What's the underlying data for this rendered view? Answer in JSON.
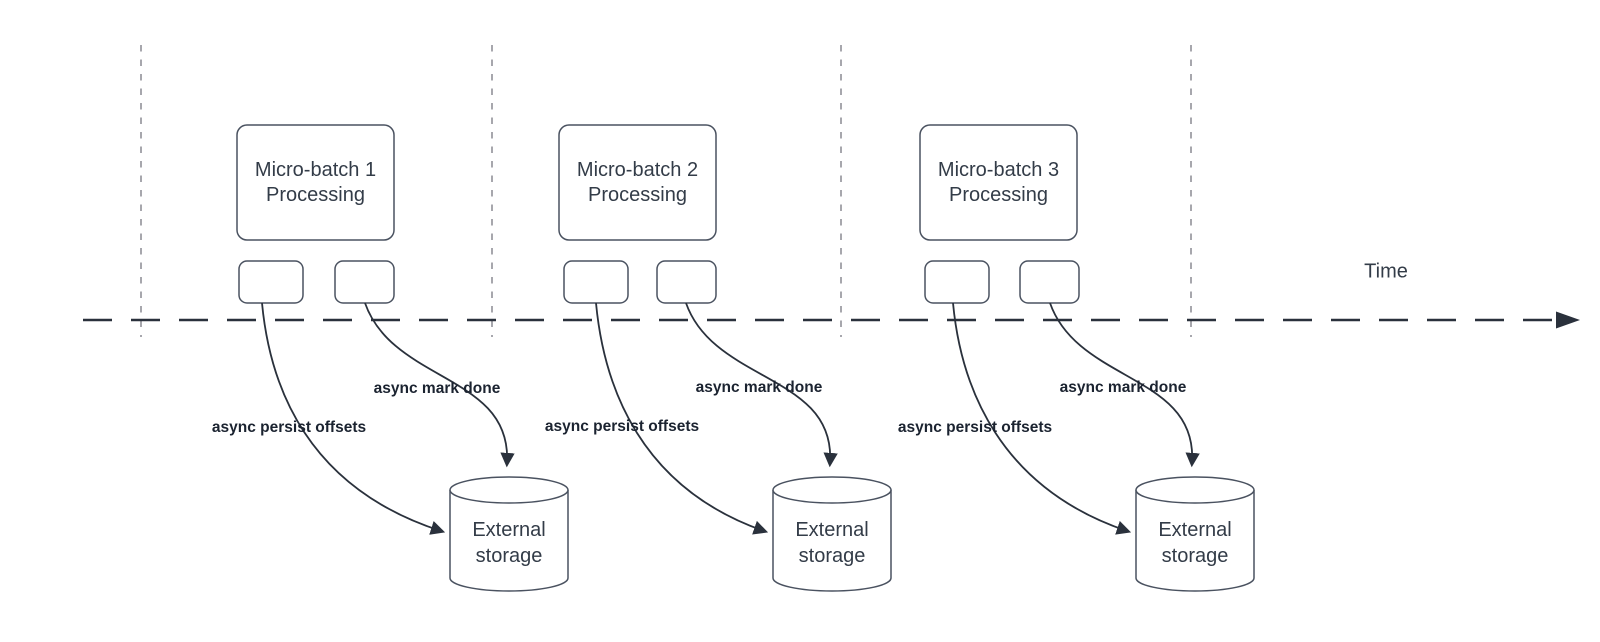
{
  "diagram": {
    "time_axis": {
      "label": "Time"
    },
    "batches": [
      {
        "box_line1": "Micro-batch 1",
        "box_line2": "Processing",
        "persist_label": "async persist offsets",
        "mark_done_label": "async mark done",
        "storage_line1": "External",
        "storage_line2": "storage"
      },
      {
        "box_line1": "Micro-batch 2",
        "box_line2": "Processing",
        "persist_label": "async persist offsets",
        "mark_done_label": "async mark done",
        "storage_line1": "External",
        "storage_line2": "storage"
      },
      {
        "box_line1": "Micro-batch 3",
        "box_line2": "Processing",
        "persist_label": "async persist offsets",
        "mark_done_label": "async mark done",
        "storage_line1": "External",
        "storage_line2": "storage"
      }
    ],
    "colors": {
      "shape_stroke": "#4a5260",
      "text": "#333c48",
      "label_text": "#1b2330",
      "guide": "#a7a7ad",
      "timeline": "#2a313c",
      "background": "#ffffff"
    }
  }
}
